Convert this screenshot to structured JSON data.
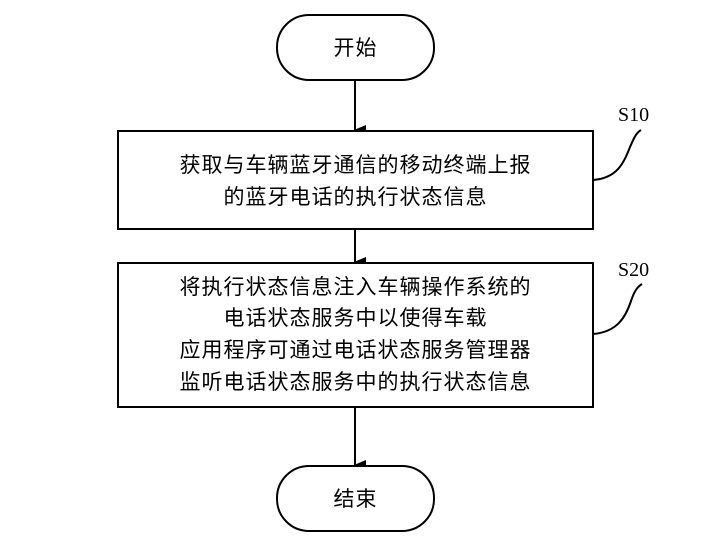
{
  "flowchart": {
    "start": {
      "label": "开始"
    },
    "steps": [
      {
        "id": "S10",
        "lines": [
          "获取与车辆蓝牙通信的移动终端上报",
          "的蓝牙电话的执行状态信息"
        ]
      },
      {
        "id": "S20",
        "lines": [
          "将执行状态信息注入车辆操作系统的",
          "电话状态服务中以使得车载",
          "应用程序可通过电话状态服务管理器",
          "监听电话状态服务中的执行状态信息"
        ]
      }
    ],
    "end": {
      "label": "结束"
    }
  }
}
